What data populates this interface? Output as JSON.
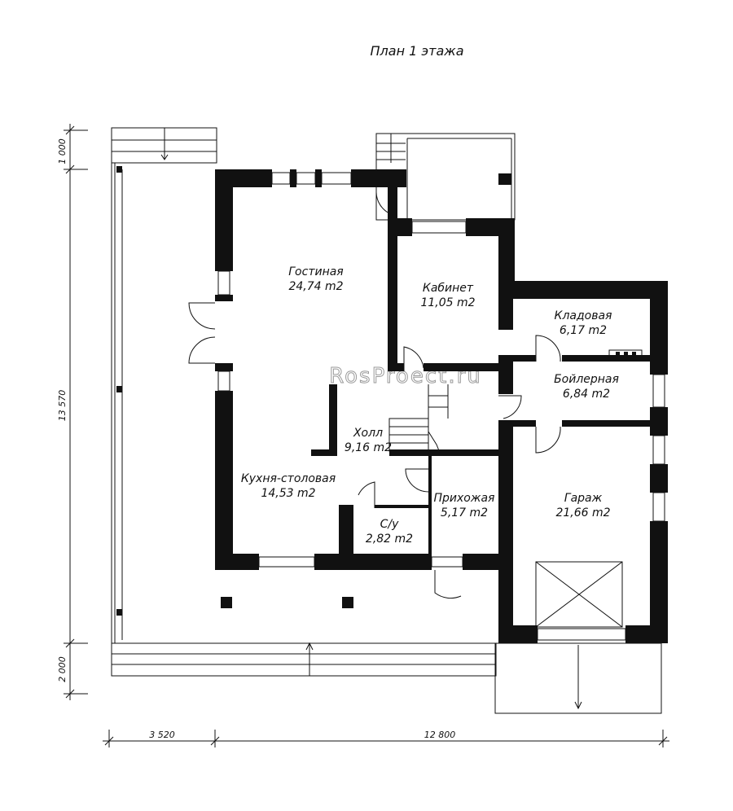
{
  "title": "План 1 этажа",
  "watermark": "RosProect.ru",
  "rooms": [
    {
      "name": "Гостиная",
      "area": "24,74 m2"
    },
    {
      "name": "Кабинет",
      "area": "11,05 m2"
    },
    {
      "name": "Кладовая",
      "area": "6,17 m2"
    },
    {
      "name": "Бойлерная",
      "area": "6,84 m2"
    },
    {
      "name": "Холл",
      "area": "9,16 m2"
    },
    {
      "name": "Кухня-столовая",
      "area": "14,53 m2"
    },
    {
      "name": "Прихожая",
      "area": "5,17 m2"
    },
    {
      "name": "С/у",
      "area": "2,82 m2"
    },
    {
      "name": "Гараж",
      "area": "21,66 m2"
    }
  ],
  "dimensions": {
    "left_top": "1 000",
    "left_middle": "13 570",
    "left_bottom": "2 000",
    "bottom_left": "3 520",
    "bottom_right": "12 800"
  }
}
